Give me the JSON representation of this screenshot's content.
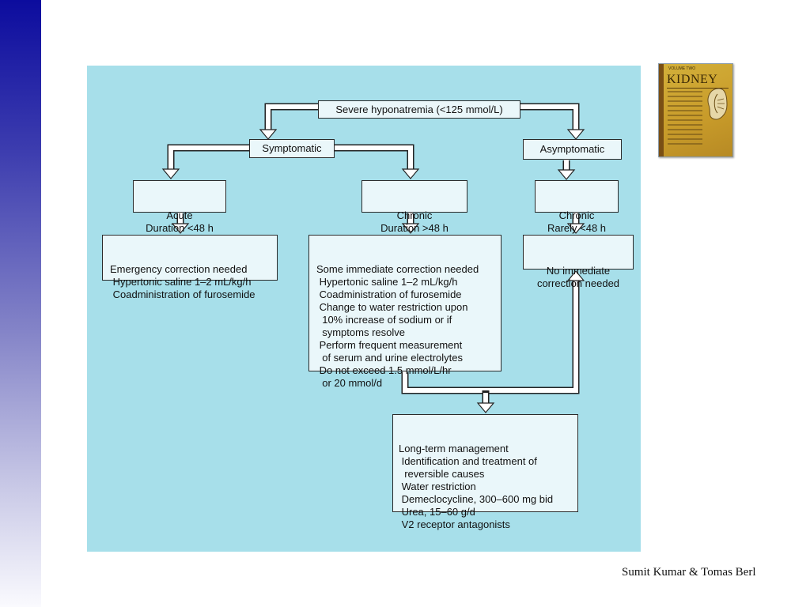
{
  "diagram": {
    "root": "Severe hyponatremia (<125 mmol/L)",
    "symptomatic": "Symptomatic",
    "asymptomatic": "Asymptomatic",
    "acute": [
      "Acute",
      "Duration <48 h"
    ],
    "chronic_symptomatic": [
      "Chronic",
      "Duration >48 h"
    ],
    "chronic_asymptomatic": [
      "Chronic",
      "Rarely <48 h"
    ],
    "emergency": [
      "Emergency correction needed",
      " Hypertonic saline 1–2 mL/kg/h",
      " Coadministration of furosemide"
    ],
    "immediate": [
      "Some immediate correction needed",
      " Hypertonic saline 1–2 mL/kg/h",
      " Coadministration of furosemide",
      " Change to water restriction upon",
      "  10% increase of sodium or if",
      "  symptoms resolve",
      " Perform frequent measurement",
      "  of serum and urine electrolytes",
      " Do not exceed 1.5 mmol/L/hr",
      "  or 20 mmol/d"
    ],
    "no_immediate": [
      "No immediate",
      "correction needed"
    ],
    "long_term": [
      "Long-term management",
      " Identification and treatment of",
      "  reversible causes",
      " Water restriction",
      " Demeclocycline, 300–600 mg bid",
      " Urea, 15–60 g/d",
      " V2 receptor antagonists"
    ]
  },
  "book_cover": {
    "volume": "VOLUME TWO",
    "title": "KIDNEY",
    "color": "#c89b2a"
  },
  "credit": "Sumit Kumar & Tomas Berl",
  "colors": {
    "panel": "#a7dfea",
    "box": "#eaf7fa",
    "arrow": "#ffffff",
    "sidebar_top": "#0c0c9e"
  }
}
